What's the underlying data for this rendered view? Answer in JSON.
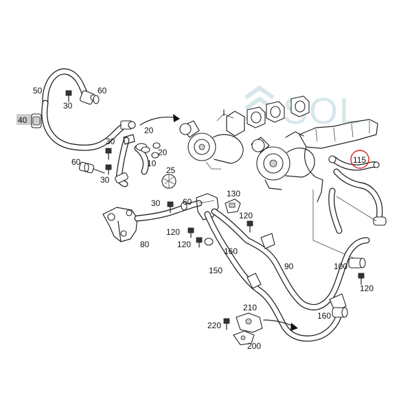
{
  "watermark": {
    "text": "SOL"
  },
  "colors": {
    "line": "#222222",
    "highlight": "#d42020",
    "watermark": "#d6e7ea",
    "boxed_label_bg": "#cccccc"
  },
  "callouts": {
    "c50": "50",
    "c60a": "60",
    "c30a": "30",
    "c40": "40",
    "c20a": "20",
    "c30b": "30",
    "c60b": "60",
    "c30c": "30",
    "c20b": "20",
    "c10": "10",
    "c25": "25",
    "c30d": "30",
    "c60c": "60",
    "c80": "80",
    "c130": "130",
    "c120a": "120",
    "c120b": "120",
    "c120c": "120",
    "c160a": "160",
    "c150": "150",
    "c90": "90",
    "c115": "115",
    "c100": "100",
    "c120d": "120",
    "c160b": "160",
    "c210": "210",
    "c220": "220",
    "c200": "200"
  }
}
